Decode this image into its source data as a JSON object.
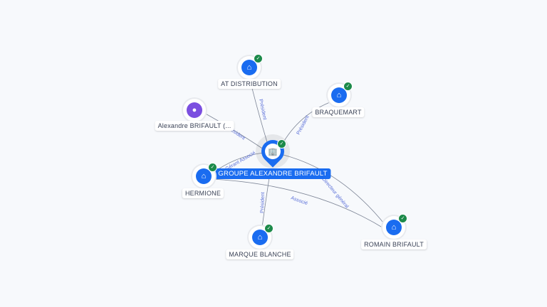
{
  "center": {
    "label": "GROUPE ALEXANDRE BRIFAULT",
    "icon": "building-icon",
    "verified": true
  },
  "nodes": [
    {
      "id": "at",
      "label": "AT DISTRIBUTION",
      "icon": "building-icon",
      "verified": true
    },
    {
      "id": "braquemart",
      "label": "BRAQUEMART",
      "icon": "building-icon",
      "verified": true
    },
    {
      "id": "alexandre",
      "label": "Alexandre BRIFAULT (...",
      "icon": "person-icon",
      "verified": false
    },
    {
      "id": "hermione",
      "label": "HERMIONE",
      "icon": "building-icon",
      "verified": true
    },
    {
      "id": "marque",
      "label": "MARQUE BLANCHE",
      "icon": "building-icon",
      "verified": true
    },
    {
      "id": "romain",
      "label": "ROMAIN BRIFAULT",
      "icon": "building-icon",
      "verified": true
    }
  ],
  "edges": [
    {
      "from": "at",
      "to": "center",
      "label": "Président"
    },
    {
      "from": "braquemart",
      "to": "center",
      "label": "Président"
    },
    {
      "from": "alexandre",
      "to": "center",
      "label": "Président"
    },
    {
      "from": "hermione",
      "to": "center",
      "label": "Gérant Associé"
    },
    {
      "from": "center",
      "to": "marque",
      "label": "Président"
    },
    {
      "from": "hermione",
      "to": "romain",
      "label": "Associé"
    },
    {
      "from": "center",
      "to": "romain",
      "label": "Directeur général"
    }
  ],
  "colors": {
    "accent": "#1a6cf0",
    "person": "#7b4fe0",
    "verified": "#1c8a4a",
    "edge_label": "#5a6fd8"
  }
}
